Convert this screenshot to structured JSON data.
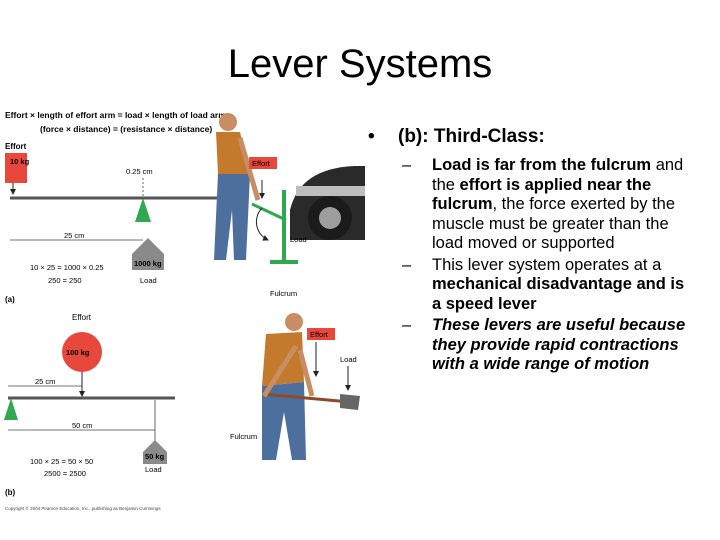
{
  "slide": {
    "title": "Lever Systems"
  },
  "figure": {
    "formula_line1": "Effort × length of effort arm = load × length of load arm",
    "formula_line2": "(force × distance) = (resistance × distance)",
    "panel_a": {
      "effort_label": "Effort",
      "effort_weight": "10 kg",
      "short_arm": "0.25 cm",
      "long_arm": "25 cm",
      "load_weight": "1000 kg",
      "load_label": "Load",
      "calc_line1": "10 × 25 = 1000 × 0.25",
      "calc_line2": "250 = 250",
      "panel_label": "(a)",
      "photo_effort": "Effort",
      "photo_load": "Load",
      "photo_fulcrum": "Fulcrum"
    },
    "panel_b": {
      "effort_label": "Effort",
      "effort_weight": "100 kg",
      "short_arm": "25 cm",
      "long_arm": "50 cm",
      "load_weight": "50 kg",
      "load_label": "Load",
      "calc_line1": "100 × 25 = 50 × 50",
      "calc_line2": "2500 = 2500",
      "panel_label": "(b)",
      "photo_effort": "Effort",
      "photo_load": "Load",
      "photo_fulcrum": "Fulcrum"
    },
    "copyright": "Copyright © 2004 Pearson Education, Inc., publishing as Benjamin Cummings"
  },
  "bullets": {
    "main": "(b): Third-Class:",
    "main_marker": "•",
    "dash": "–",
    "sub1": {
      "p1": "Load is far from the fulcrum",
      "p2": " and the ",
      "p3": "effort is applied near the fulcrum",
      "p4": ", the force exerted by the muscle must be greater than the load moved or supported"
    },
    "sub2": {
      "p1": "This lever system operates at a ",
      "p2": "mechanical disadvantage and is a speed lever"
    },
    "sub3": "These levers are useful because they provide rapid contractions with a wide range of motion"
  }
}
